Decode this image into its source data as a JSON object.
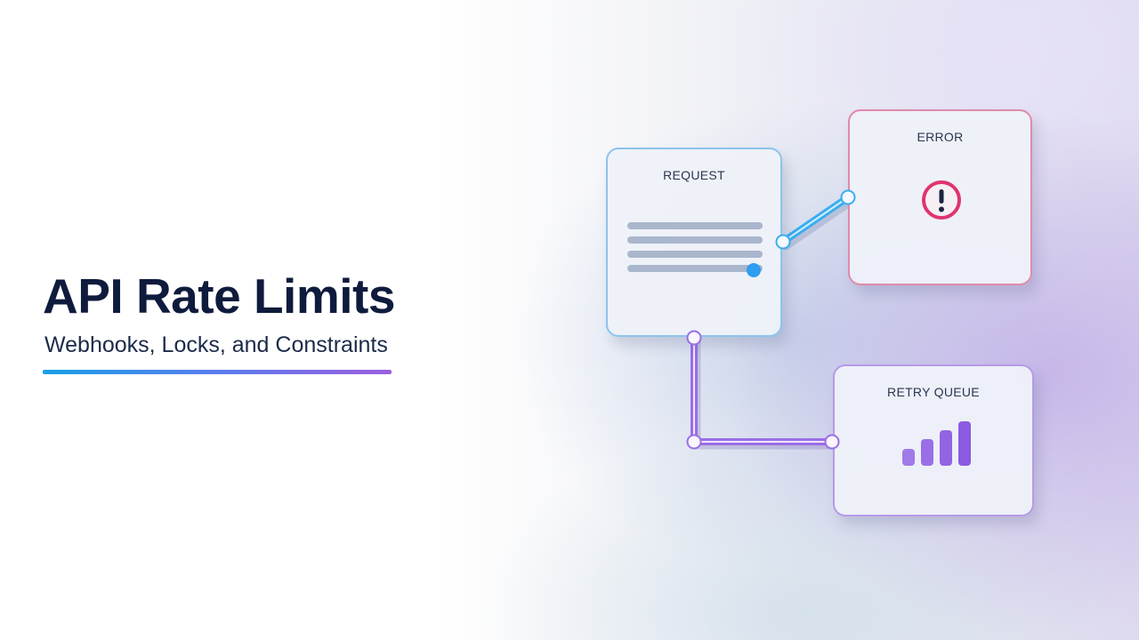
{
  "slide": {
    "title": "API Rate Limits",
    "subtitle": "Webhooks, Locks, and Constraints"
  },
  "diagram": {
    "nodes": {
      "request": {
        "label": "REQUEST",
        "icon": "document-lines-icon"
      },
      "error": {
        "label": "ERROR",
        "icon": "exclamation-circle-icon"
      },
      "retry_queue": {
        "label": "RETRY QUEUE",
        "icon": "bar-chart-icon"
      }
    },
    "edges": [
      {
        "from": "request",
        "to": "error"
      },
      {
        "from": "request",
        "to": "retry_queue"
      }
    ]
  },
  "colors": {
    "title": "#0f1b3d",
    "request": "#8cc4ec",
    "error": "#e0346e",
    "retry_queue": "#9a6ee6",
    "accent_blue": "#1aa0e8",
    "accent_purple": "#9a5ee0"
  }
}
